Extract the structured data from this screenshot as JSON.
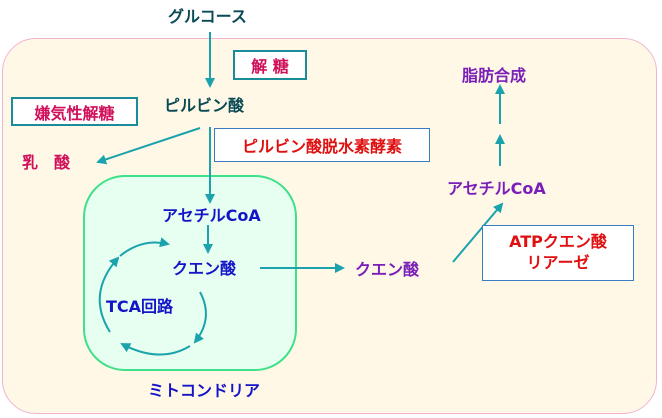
{
  "colors": {
    "arrow": "#1aa3ad",
    "dark_teal": "#0a4a55",
    "blue": "#1515c8",
    "purple": "#7a1fb8",
    "red": "#e01010",
    "magenta": "#d0105a",
    "cell_border": "#f0b4d0",
    "cell_fill": "#fff8e6",
    "mito_border": "#3ee08a"
  },
  "labels": {
    "glucose": "グルコース",
    "glycolysis": "解 糖",
    "pyruvate": "ピルビン酸",
    "anaerobic_glycolysis": "嫌気性解糖",
    "lactate": "乳　酸",
    "pdh": "ピルビン酸脱水素酵素",
    "acetyl_coa_mito": "アセチルCoA",
    "citrate_mito": "クエン酸",
    "tca_cycle": "TCA回路",
    "mitochondria": "ミトコンドリア",
    "citrate_cyto": "クエン酸",
    "acetyl_coa_cyto": "アセチルCoA",
    "fatty_acid_synthesis": "脂肪合成",
    "acl_line1": "ATPクエン酸",
    "acl_line2": "リアーゼ"
  }
}
